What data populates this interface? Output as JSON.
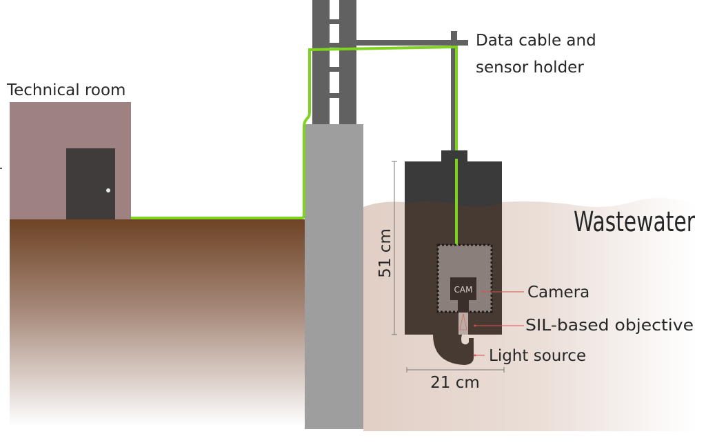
{
  "labels": {
    "technical_room": "Technical room",
    "data_cable_line1": "Data cable and",
    "data_cable_line2": "sensor holder",
    "wastewater": "Wastewater",
    "camera": "Camera",
    "cam_box": "CAM",
    "sil_objective": "SIL-based objective",
    "light_source": "Light source",
    "height_dim": "51 cm",
    "width_dim": "21 cm"
  },
  "colors": {
    "cable": "#7ed321",
    "ground_top": "#6e4325",
    "room_wall": "#9e8281",
    "door": "#403c3b",
    "pillar": "#9e9e9e",
    "ladder": "#616161",
    "housing_top": "#3a3a3a",
    "housing_submerged": "#463a33",
    "water": "#e3d3ca",
    "callout_line": "#d9534f"
  }
}
